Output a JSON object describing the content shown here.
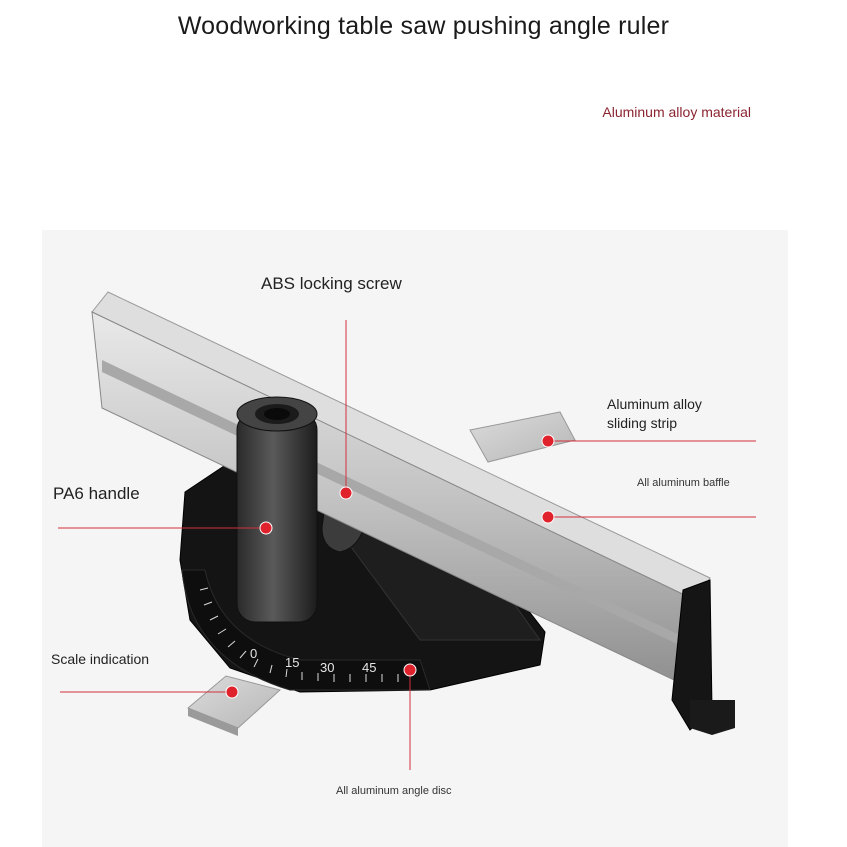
{
  "title": "Woodworking table saw pushing angle ruler",
  "material": "Aluminum alloy material",
  "callouts": {
    "abs_screw": "ABS locking screw",
    "pa6_handle": "PA6 handle",
    "sliding_strip_1": "Aluminum alloy",
    "sliding_strip_2": "sliding strip",
    "baffle": "All aluminum baffle",
    "scale": "Scale indication",
    "angle_disc": "All aluminum angle disc"
  },
  "scale_marks": [
    "0",
    "15",
    "30",
    "45"
  ],
  "colors": {
    "callout_dot": "#e0222c",
    "leader_line": "#d2303a",
    "material_text": "#8a2430",
    "base_black": "#111111",
    "aluminum": "#c9c9c9"
  }
}
